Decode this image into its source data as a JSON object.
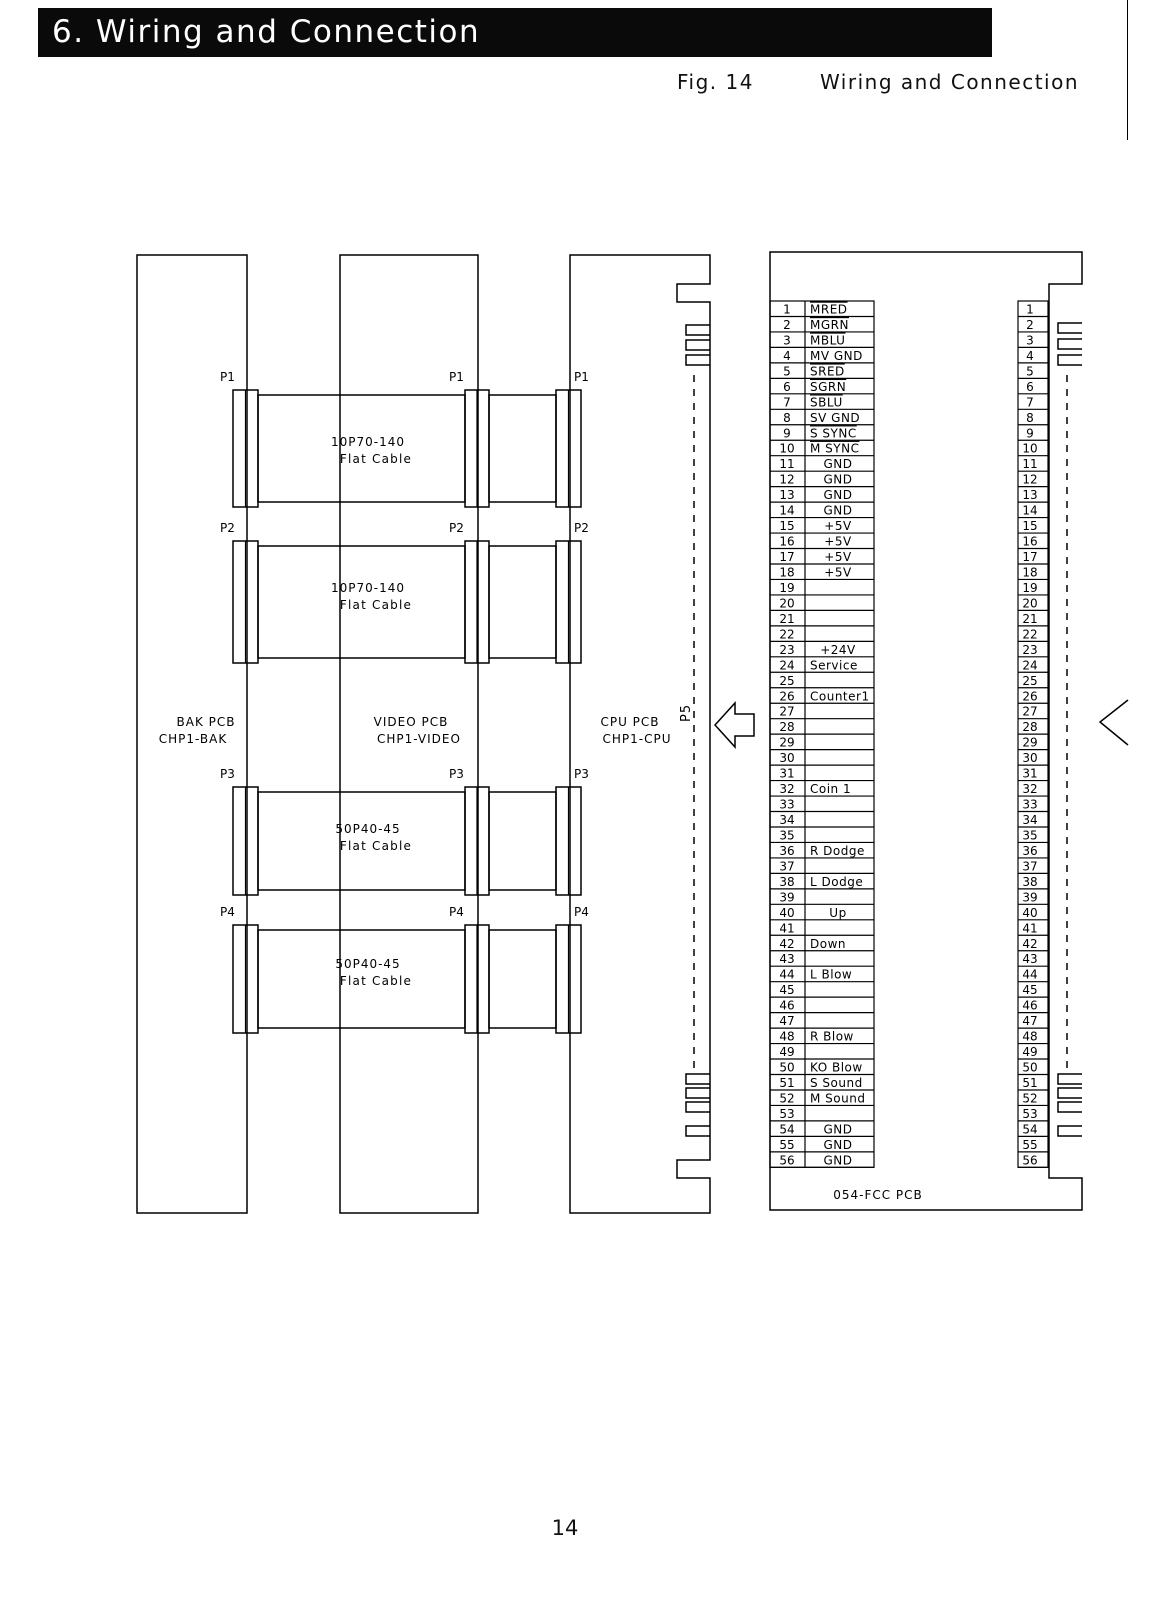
{
  "header": {
    "title": "6. Wiring and Connection"
  },
  "figure": {
    "number": "Fig. 14",
    "caption": "Wiring and Connection"
  },
  "boards": {
    "bak": {
      "line1": "BAK PCB",
      "line2": "CHP1-BAK"
    },
    "video": {
      "line1": "VIDEO PCB",
      "line2": "CHP1-VIDEO"
    },
    "cpu": {
      "line1": "CPU PCB",
      "line2": "CHP1-CPU"
    },
    "cpu_connector": "P5",
    "fcc": {
      "label": "054-FCC PCB"
    }
  },
  "connectors": [
    "P1",
    "P2",
    "P3",
    "P4"
  ],
  "cables": [
    {
      "part": "10P70-140",
      "type": "Flat Cable"
    },
    {
      "part": "10P70-140",
      "type": "Flat Cable"
    },
    {
      "part": "50P40-45",
      "type": "Flat Cable"
    },
    {
      "part": "50P40-45",
      "type": "Flat Cable"
    }
  ],
  "pins": [
    {
      "num": "1",
      "signal": "MRED",
      "overline": true
    },
    {
      "num": "2",
      "signal": "MGRN",
      "overline": true
    },
    {
      "num": "3",
      "signal": "MBLU",
      "overline": true
    },
    {
      "num": "4",
      "signal": "MV GND"
    },
    {
      "num": "5",
      "signal": "SRED",
      "overline": true
    },
    {
      "num": "6",
      "signal": "SGRN",
      "overline": true
    },
    {
      "num": "7",
      "signal": "SBLU",
      "overline": true
    },
    {
      "num": "8",
      "signal": "SV GND"
    },
    {
      "num": "9",
      "signal": "S SYNC",
      "overline": true
    },
    {
      "num": "10",
      "signal": "M SYNC",
      "overline": true
    },
    {
      "num": "11",
      "signal": "GND"
    },
    {
      "num": "12",
      "signal": "GND"
    },
    {
      "num": "13",
      "signal": "GND"
    },
    {
      "num": "14",
      "signal": "GND"
    },
    {
      "num": "15",
      "signal": "+5V"
    },
    {
      "num": "16",
      "signal": "+5V"
    },
    {
      "num": "17",
      "signal": "+5V"
    },
    {
      "num": "18",
      "signal": "+5V"
    },
    {
      "num": "19",
      "signal": ""
    },
    {
      "num": "20",
      "signal": ""
    },
    {
      "num": "21",
      "signal": ""
    },
    {
      "num": "22",
      "signal": ""
    },
    {
      "num": "23",
      "signal": "+24V"
    },
    {
      "num": "24",
      "signal": "Service"
    },
    {
      "num": "25",
      "signal": ""
    },
    {
      "num": "26",
      "signal": "Counter1"
    },
    {
      "num": "27",
      "signal": ""
    },
    {
      "num": "28",
      "signal": ""
    },
    {
      "num": "29",
      "signal": ""
    },
    {
      "num": "30",
      "signal": ""
    },
    {
      "num": "31",
      "signal": ""
    },
    {
      "num": "32",
      "signal": "Coin 1"
    },
    {
      "num": "33",
      "signal": ""
    },
    {
      "num": "34",
      "signal": ""
    },
    {
      "num": "35",
      "signal": ""
    },
    {
      "num": "36",
      "signal": "R Dodge"
    },
    {
      "num": "37",
      "signal": ""
    },
    {
      "num": "38",
      "signal": "L Dodge"
    },
    {
      "num": "39",
      "signal": ""
    },
    {
      "num": "40",
      "signal": "Up"
    },
    {
      "num": "41",
      "signal": ""
    },
    {
      "num": "42",
      "signal": "Down"
    },
    {
      "num": "43",
      "signal": ""
    },
    {
      "num": "44",
      "signal": "L Blow"
    },
    {
      "num": "45",
      "signal": ""
    },
    {
      "num": "46",
      "signal": ""
    },
    {
      "num": "47",
      "signal": ""
    },
    {
      "num": "48",
      "signal": "R Blow"
    },
    {
      "num": "49",
      "signal": ""
    },
    {
      "num": "50",
      "signal": "KO Blow"
    },
    {
      "num": "51",
      "signal": "S Sound"
    },
    {
      "num": "52",
      "signal": "M Sound"
    },
    {
      "num": "53",
      "signal": ""
    },
    {
      "num": "54",
      "signal": "GND"
    },
    {
      "num": "55",
      "signal": "GND"
    },
    {
      "num": "56",
      "signal": "GND"
    }
  ],
  "page": {
    "number": "14"
  }
}
